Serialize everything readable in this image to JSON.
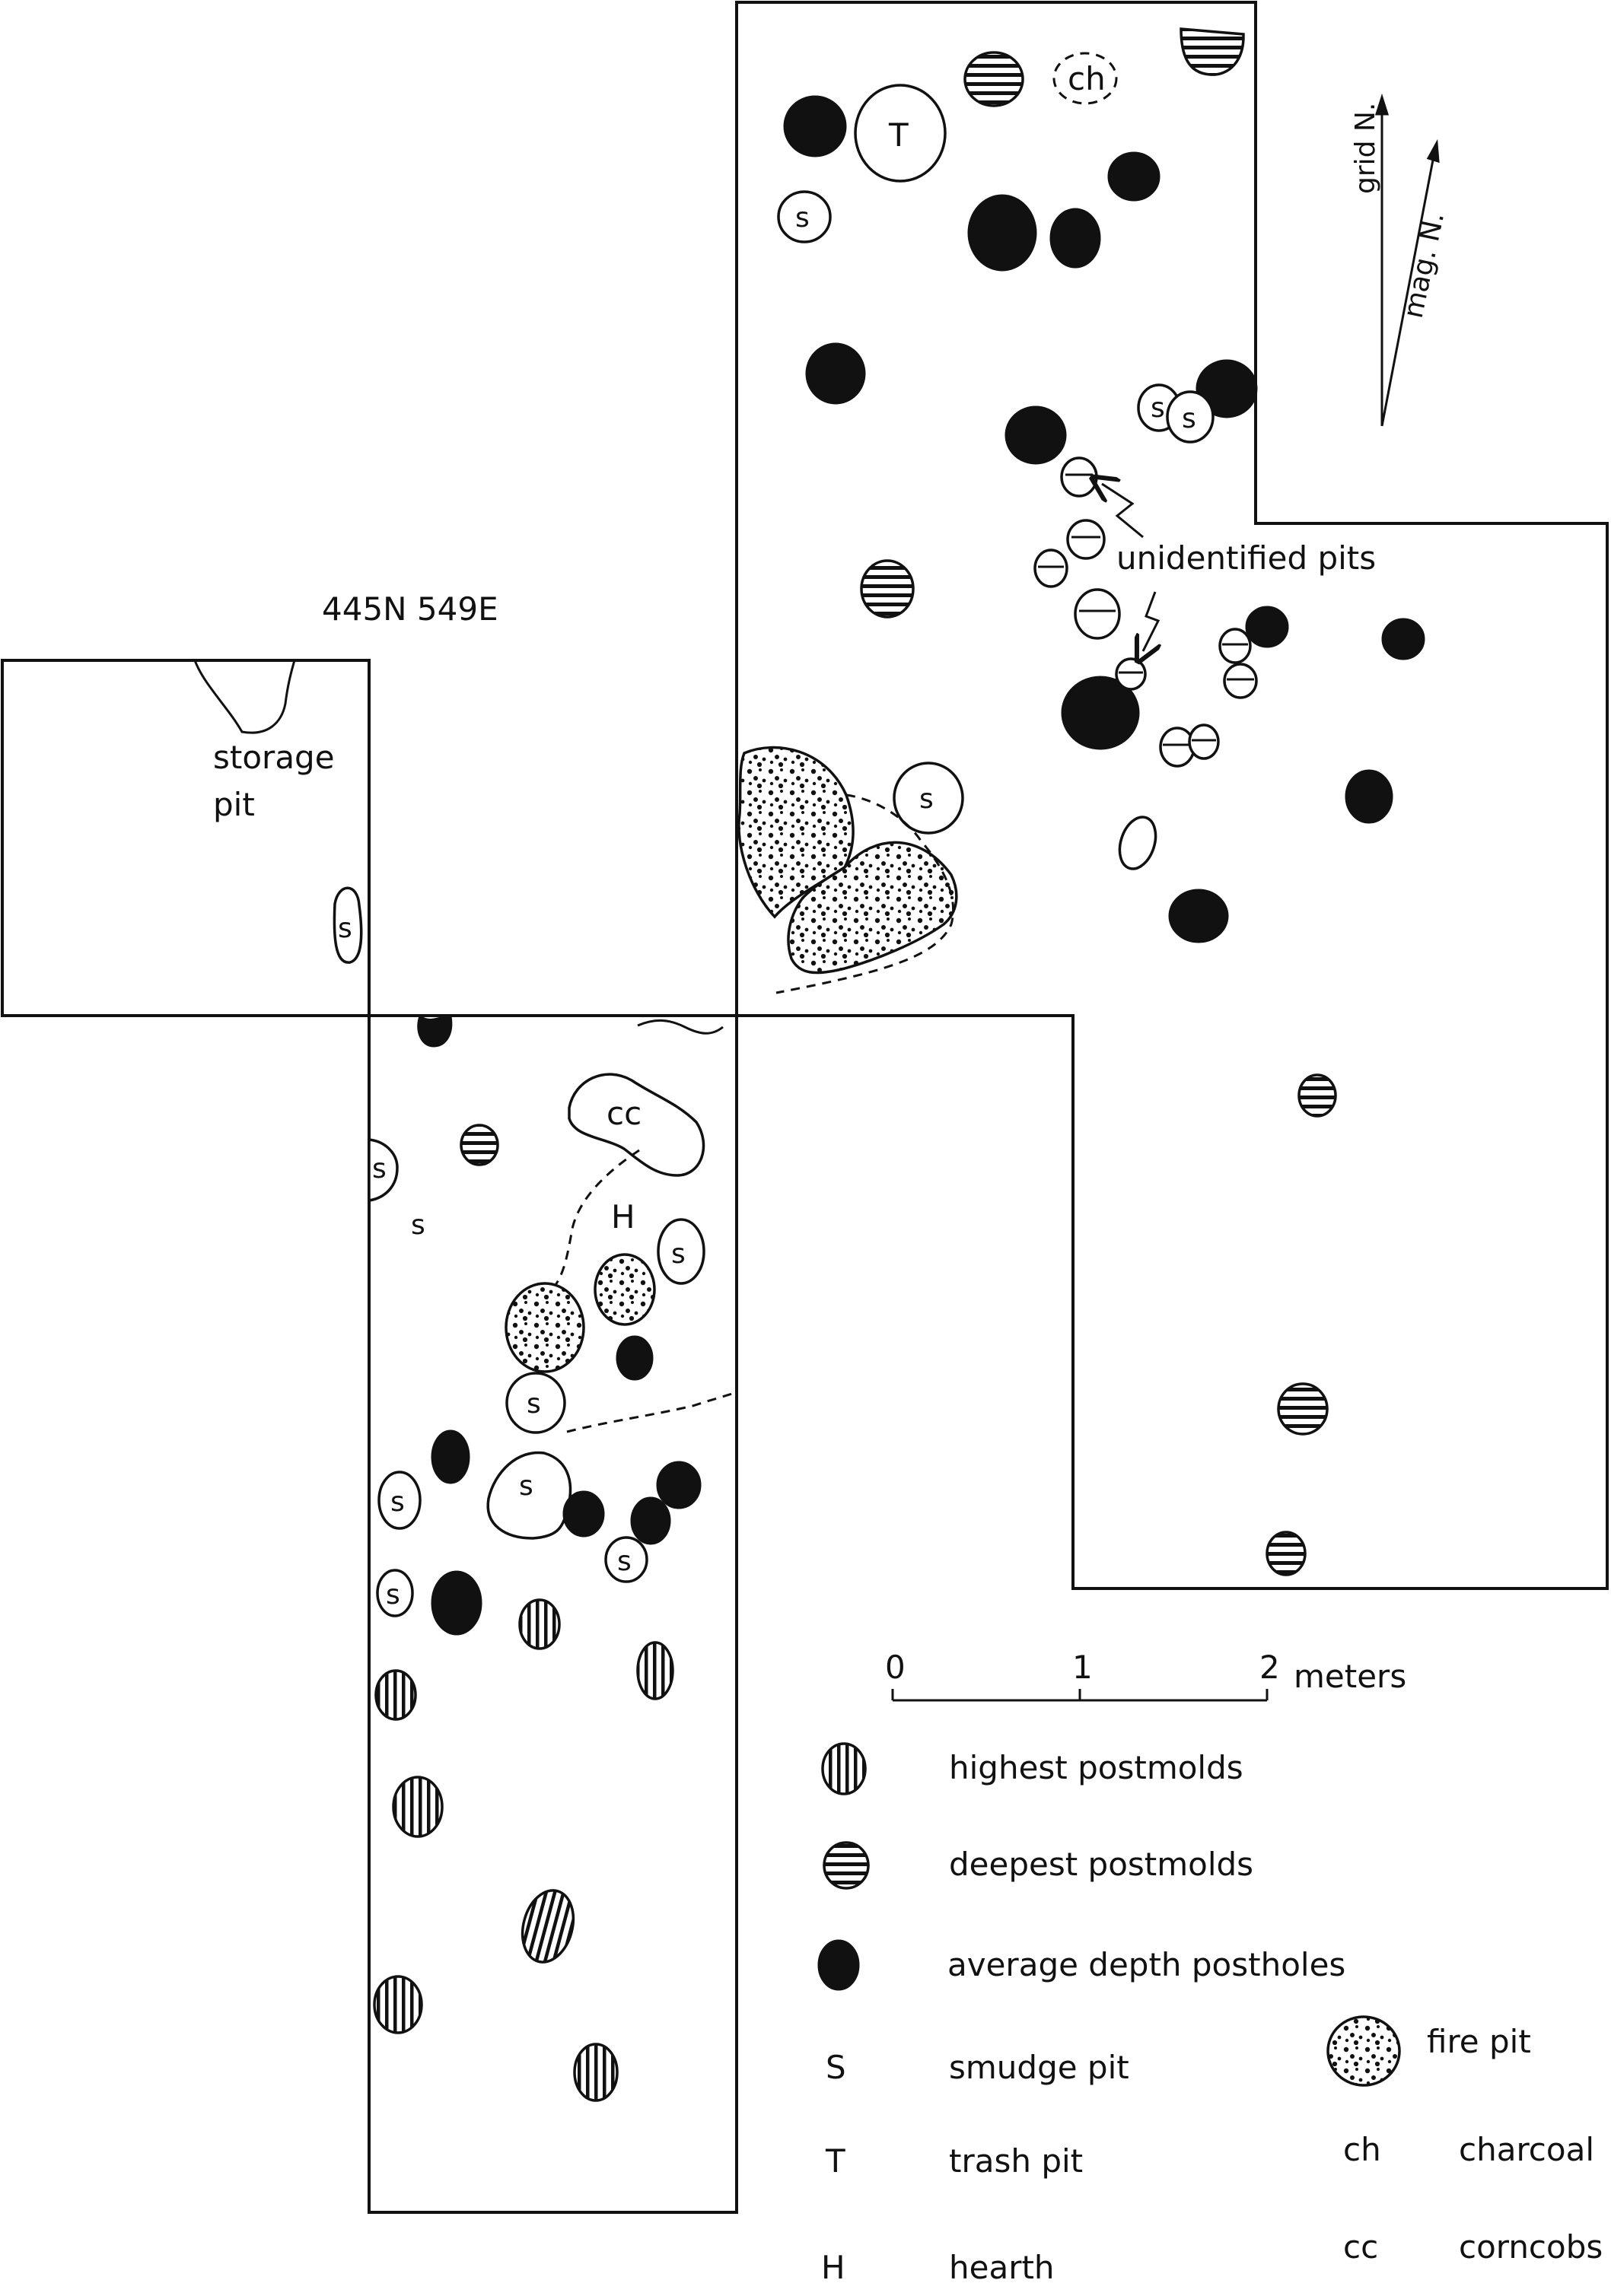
{
  "map": {
    "grid_label": "445N 549E",
    "storage_pit_line1": "storage",
    "storage_pit_line2": "pit",
    "unidentified_pits": "unidentified pits",
    "north_grid": "grid N.",
    "north_mag": "mag. N.",
    "symbols": {
      "smudge": "s",
      "trash": "T",
      "charcoal": "ch",
      "corncobs": "cc",
      "hearth": "H"
    }
  },
  "scale": {
    "ticks": [
      "0",
      "1",
      "2"
    ],
    "unit": "meters"
  },
  "legend": {
    "highest_postmolds": "highest postmolds",
    "deepest_postmolds": "deepest postmolds",
    "average_postholes": "average depth postholes",
    "smudge_symbol": "S",
    "smudge_pit": "smudge pit",
    "trash_symbol": "T",
    "trash_pit": "trash pit",
    "hearth_symbol": "H",
    "hearth": "hearth",
    "fire_pit": "fire pit",
    "charcoal_symbol": "ch",
    "charcoal": "charcoal",
    "corncobs_symbol": "cc",
    "corncobs": "corncobs"
  }
}
